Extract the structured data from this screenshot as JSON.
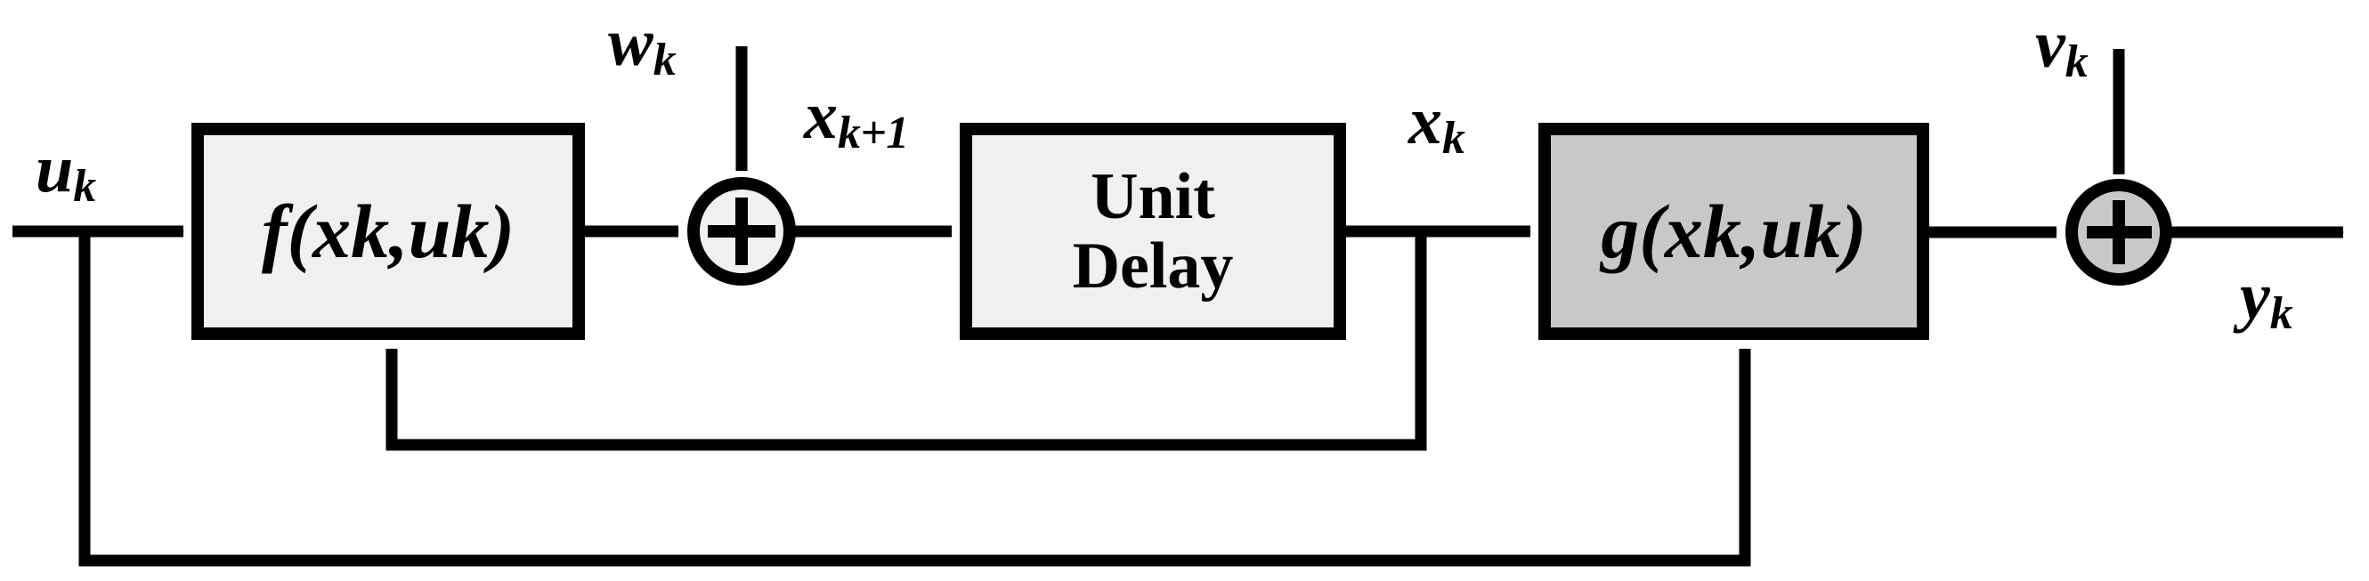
{
  "diagram": {
    "type": "block-diagram",
    "title": "Discrete-time nonlinear state-space system block diagram",
    "background_color": "#ffffff",
    "line_color": "#000000"
  },
  "blocks": [
    {
      "id": "state-function",
      "label": "f(x",
      "label_sub1": "k",
      "label_mid": ",u",
      "label_sub2": "k",
      "label_end": ")",
      "fill": "#f0f0f0",
      "stroke": "#000000"
    },
    {
      "id": "unit-delay",
      "line1": "Unit",
      "line2": "Delay",
      "fill": "#f0f0f0",
      "stroke": "#000000"
    },
    {
      "id": "output-function",
      "label": "g(x",
      "label_sub1": "k",
      "label_mid": ",u",
      "label_sub2": "k",
      "label_end": ")",
      "fill": "#c8c8c8",
      "stroke": "#000000"
    }
  ],
  "summing_junctions": [
    {
      "id": "process-noise-sum",
      "symbol": "+",
      "fill": "#f0f0f0",
      "stroke": "#000000"
    },
    {
      "id": "measurement-noise-sum",
      "symbol": "+",
      "fill": "#c8c8c8",
      "stroke": "#000000"
    }
  ],
  "signals": {
    "input": {
      "base": "u",
      "sub": "k"
    },
    "process_noise": {
      "base": "w",
      "sub": "k"
    },
    "next_state": {
      "base": "x",
      "sub": "k+1"
    },
    "state": {
      "base": "x",
      "sub": "k"
    },
    "measurement_noise": {
      "base": "v",
      "sub": "k"
    },
    "output": {
      "base": "y",
      "sub": "k"
    }
  }
}
